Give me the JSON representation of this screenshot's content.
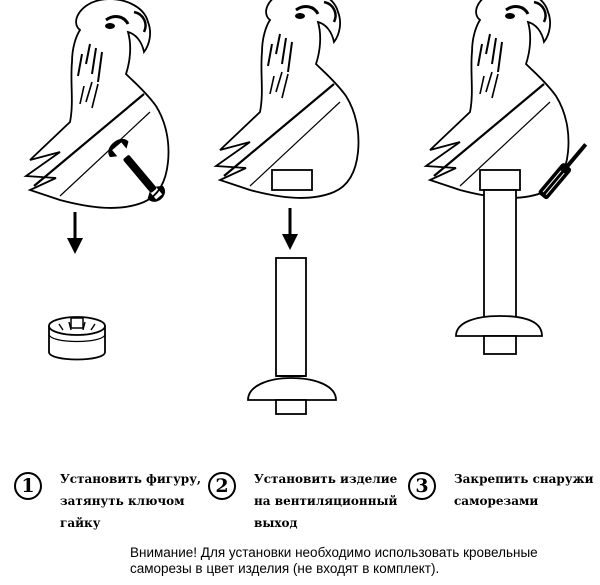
{
  "steps": [
    {
      "number": "1",
      "text": "Установить фигуру,\nзатянуть ключом\nгайку"
    },
    {
      "number": "2",
      "text": "Установить изделие\nна  вентиляционный\nвыход"
    },
    {
      "number": "3",
      "text": "Закрепить снаружи\nсаморезами"
    }
  ],
  "note": {
    "line1": "Внимание! Для установки необходимо использовать кровельные",
    "line2": "саморезы в цвет изделия (не входят в комплект)."
  }
}
